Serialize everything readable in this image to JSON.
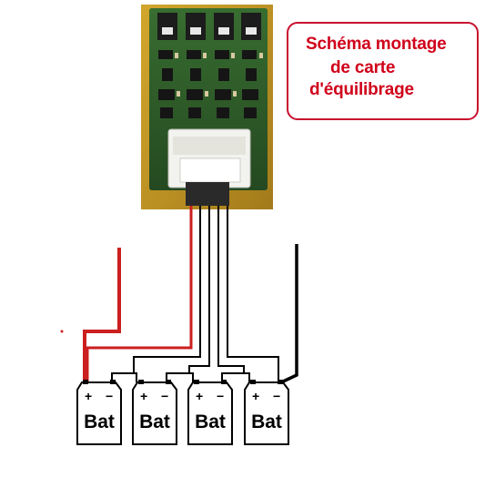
{
  "title": {
    "line1": "Schéma montage",
    "line2": "de carte",
    "line3": "d'équilibrage"
  },
  "battery_label": "Bat",
  "battery_count": 4,
  "polarity": {
    "plus": "+",
    "minus": "−"
  },
  "colors": {
    "accent_red": "#d0021b",
    "wire_red": "#cc1f1f",
    "wire_black": "#000000",
    "board_green": "#2f5a2a",
    "board_background": "#c9a02a"
  }
}
